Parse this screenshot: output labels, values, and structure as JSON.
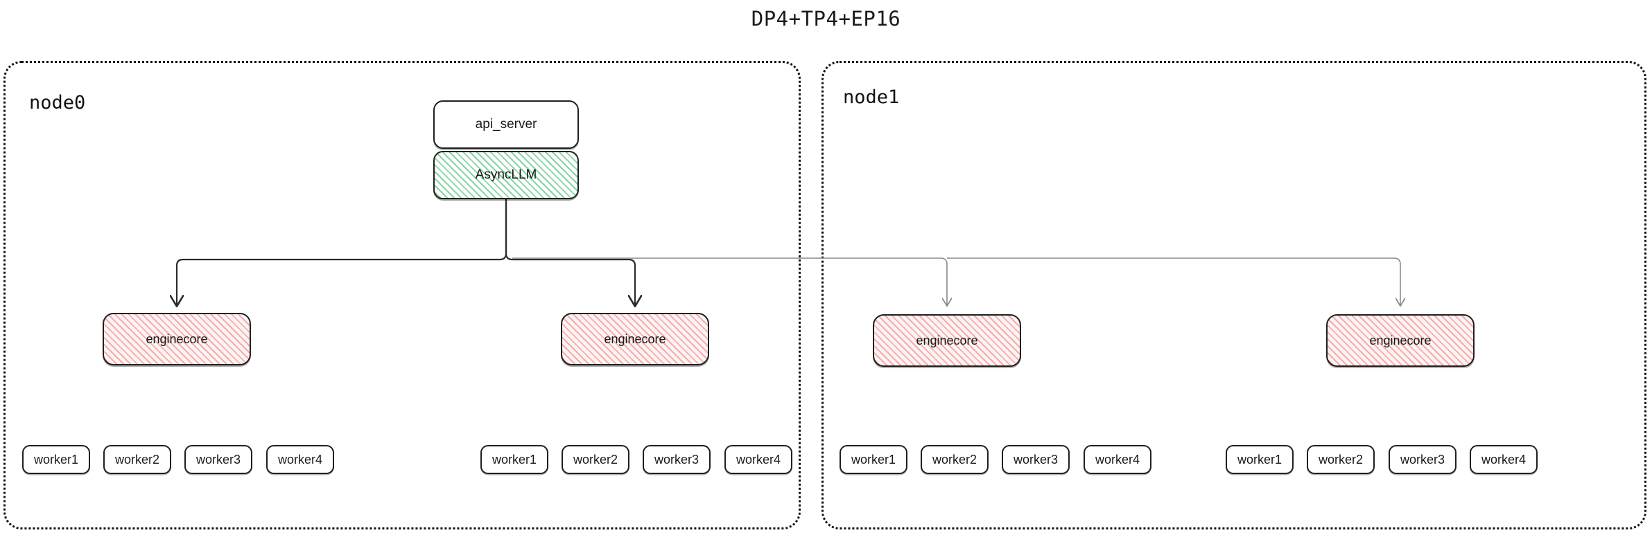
{
  "title": "DP4+TP4+EP16",
  "colors": {
    "background": "#ffffff",
    "stroke": "#1f1f1f",
    "container_border": "#111111",
    "green_hatch": "#3cb96e",
    "pink_hatch": "#eb7373",
    "pink_fill": "#fdf3f3",
    "arrow_dark": "#2b2b2b",
    "arrow_light": "#8a8a8a"
  },
  "top": {
    "api_server": "api_server",
    "async_llm": "AsyncLLM"
  },
  "nodes": [
    {
      "label": "node0",
      "engines": [
        {
          "label": "enginecore",
          "workers": [
            "worker1",
            "worker2",
            "worker3",
            "worker4"
          ]
        },
        {
          "label": "enginecore",
          "workers": [
            "worker1",
            "worker2",
            "worker3",
            "worker4"
          ]
        }
      ]
    },
    {
      "label": "node1",
      "engines": [
        {
          "label": "enginecore",
          "workers": [
            "worker1",
            "worker2",
            "worker3",
            "worker4"
          ]
        },
        {
          "label": "enginecore",
          "workers": [
            "worker1",
            "worker2",
            "worker3",
            "worker4"
          ]
        }
      ]
    }
  ]
}
